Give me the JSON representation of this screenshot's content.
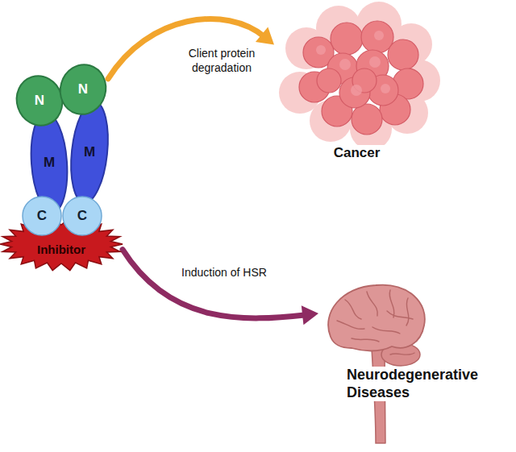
{
  "diagram": {
    "nodes": [
      {
        "text": [
          "N"
        ]
      },
      {
        "text": [
          "M"
        ]
      },
      {
        "text": [
          "C"
        ]
      },
      {
        "text": [
          "N"
        ]
      },
      {
        "text": [
          "M"
        ]
      },
      {
        "text": [
          "C"
        ]
      },
      {
        "text": [
          "Inhibitor"
        ]
      },
      {
        "text": [
          "Cancer"
        ]
      },
      {
        "text": [
          "Neurodegenerative Diseases"
        ]
      }
    ],
    "edges": [
      {
        "from": 3,
        "to": 7,
        "label": "Client protein degradation",
        "arrow": "to"
      },
      {
        "from": 6,
        "to": 8,
        "label": "Induction of HSR",
        "arrow": "to"
      }
    ]
  }
}
